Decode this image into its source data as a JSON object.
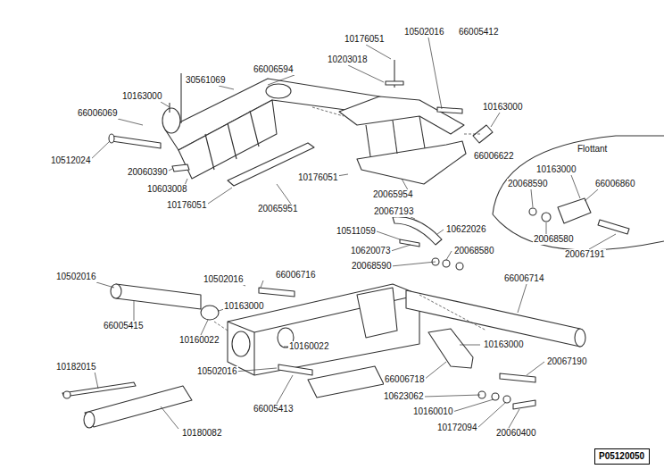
{
  "diagram": {
    "nodes": [
      {
        "text": [
          "P05120050"
        ]
      }
    ],
    "labels": [
      "10176051",
      "10502016",
      "66005412",
      "30561069",
      "66006594",
      "10203018",
      "10163000",
      "66006069",
      "10163000",
      "Flottant",
      "66006622",
      "10163000",
      "10512024",
      "20060390",
      "10603008",
      "10176051",
      "20065954",
      "20068590",
      "66006860",
      "10176051",
      "20065951",
      "20067193",
      "10511059",
      "10622026",
      "20068580",
      "10620073",
      "20068580",
      "20067191",
      "20068590",
      "10502016",
      "66006716",
      "66006714",
      "10502016",
      "10163000",
      "66005415",
      "10160022",
      "10160022",
      "10163000",
      "10182015",
      "20067190",
      "10502016",
      "66006718",
      "66005413",
      "10623062",
      "10160010",
      "10180082",
      "10172094",
      "20060400"
    ]
  }
}
